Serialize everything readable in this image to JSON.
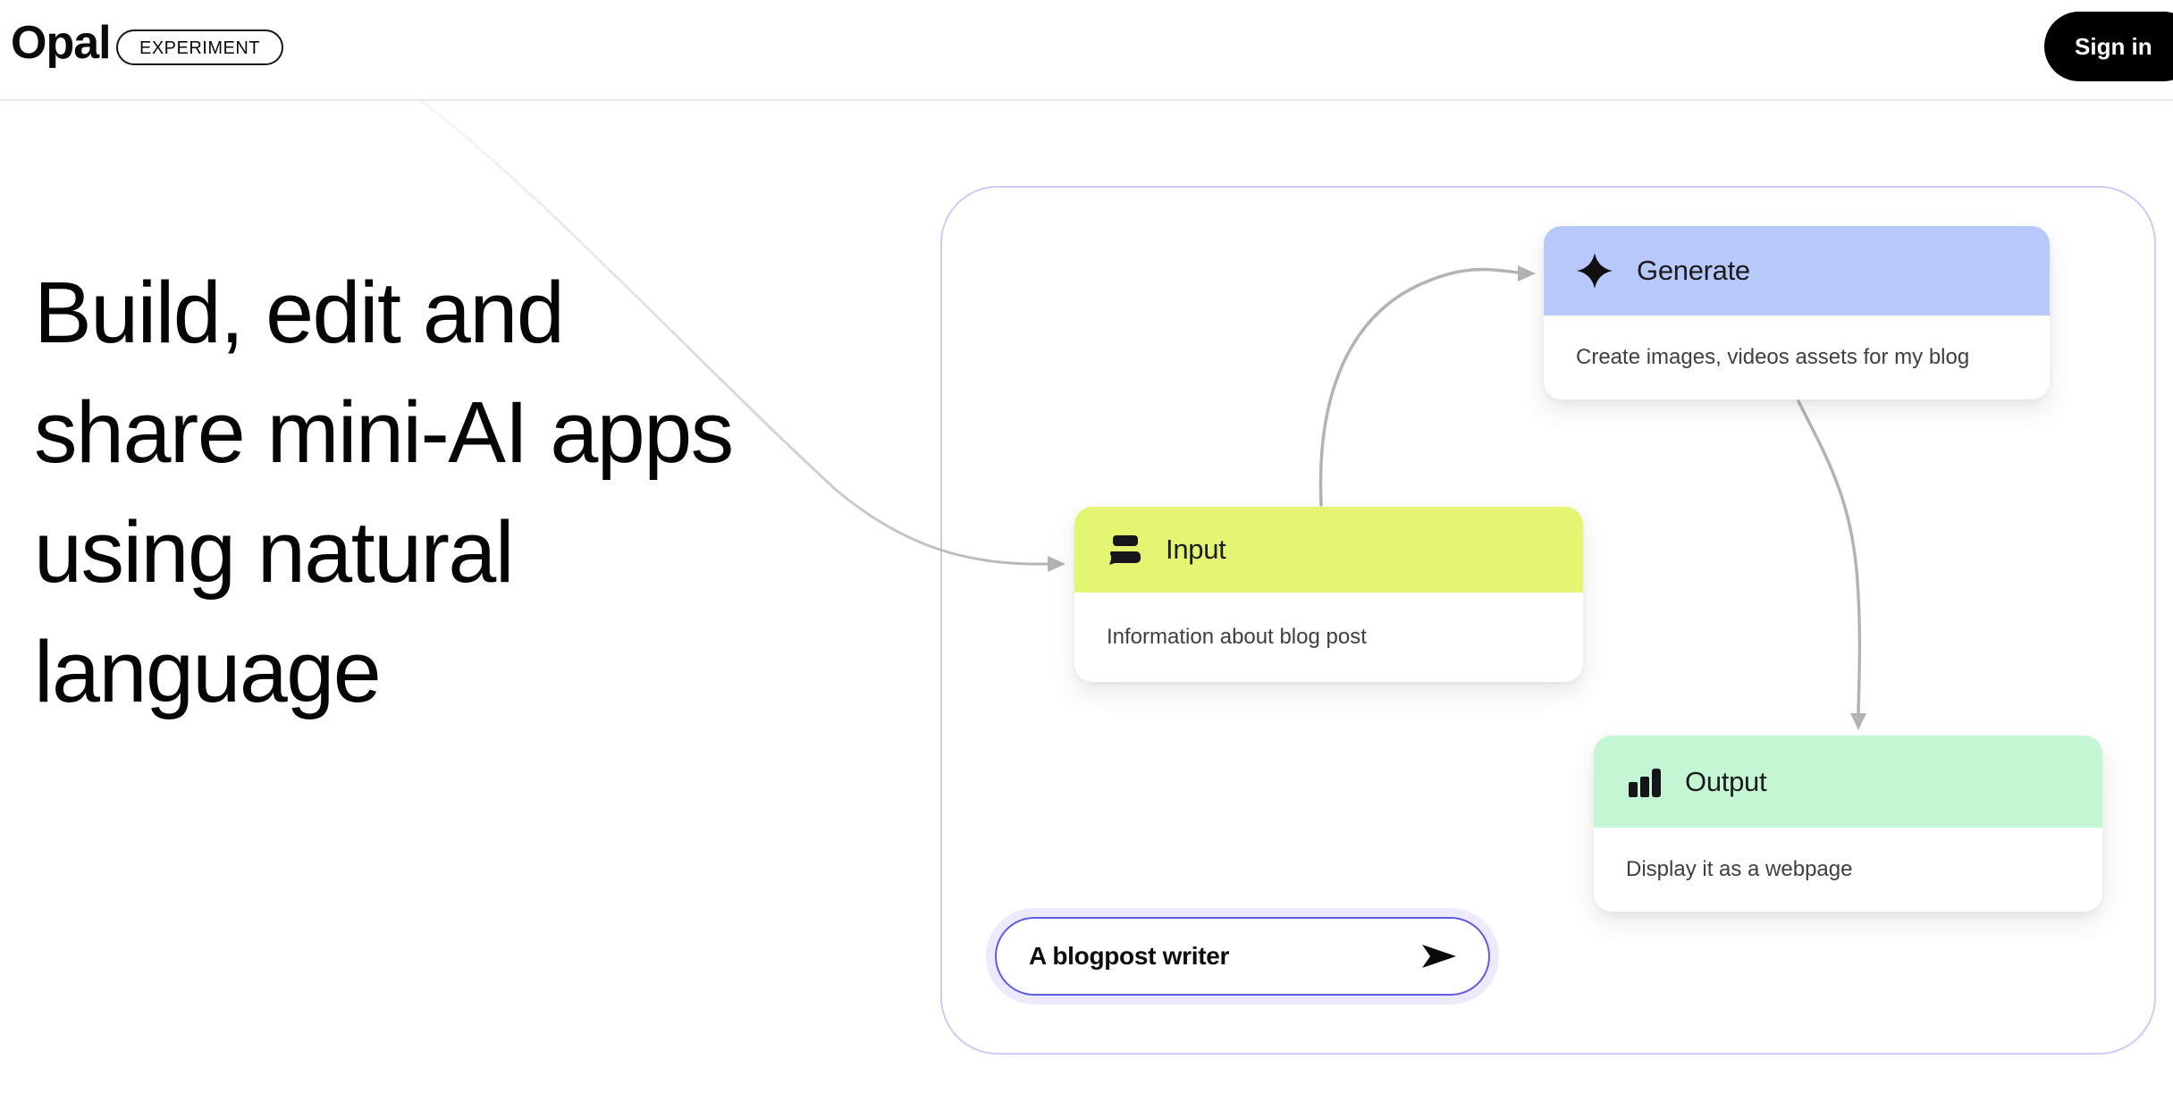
{
  "header": {
    "logo": "Opal",
    "badge": "EXPERIMENT",
    "sign_in": "Sign in"
  },
  "hero": {
    "heading_lines": [
      "Build, edit and",
      "share mini-AI apps",
      "using natural",
      "language"
    ]
  },
  "workflow": {
    "nodes": [
      {
        "id": "generate",
        "title": "Generate",
        "description": "Create images, videos assets for my blog",
        "icon": "sparkle-icon"
      },
      {
        "id": "input",
        "title": "Input",
        "description": "Information about blog post",
        "icon": "input-bars-icon"
      },
      {
        "id": "output",
        "title": "Output",
        "description": "Display it as a webpage",
        "icon": "bar-chart-icon"
      }
    ],
    "prompt": {
      "value": "A blogpost writer",
      "send_icon": "send-icon"
    }
  },
  "colors": {
    "generate_header": "#b7c9f8",
    "input_header": "#e4f572",
    "output_header": "#c5f6d4",
    "panel_border": "#c9cdf4",
    "pill_border": "#5f5ce6",
    "pill_halo": "#eceafc",
    "sign_in_bg": "#000000",
    "connector": "#b3b3b3",
    "divider": "#e8e8e8"
  }
}
